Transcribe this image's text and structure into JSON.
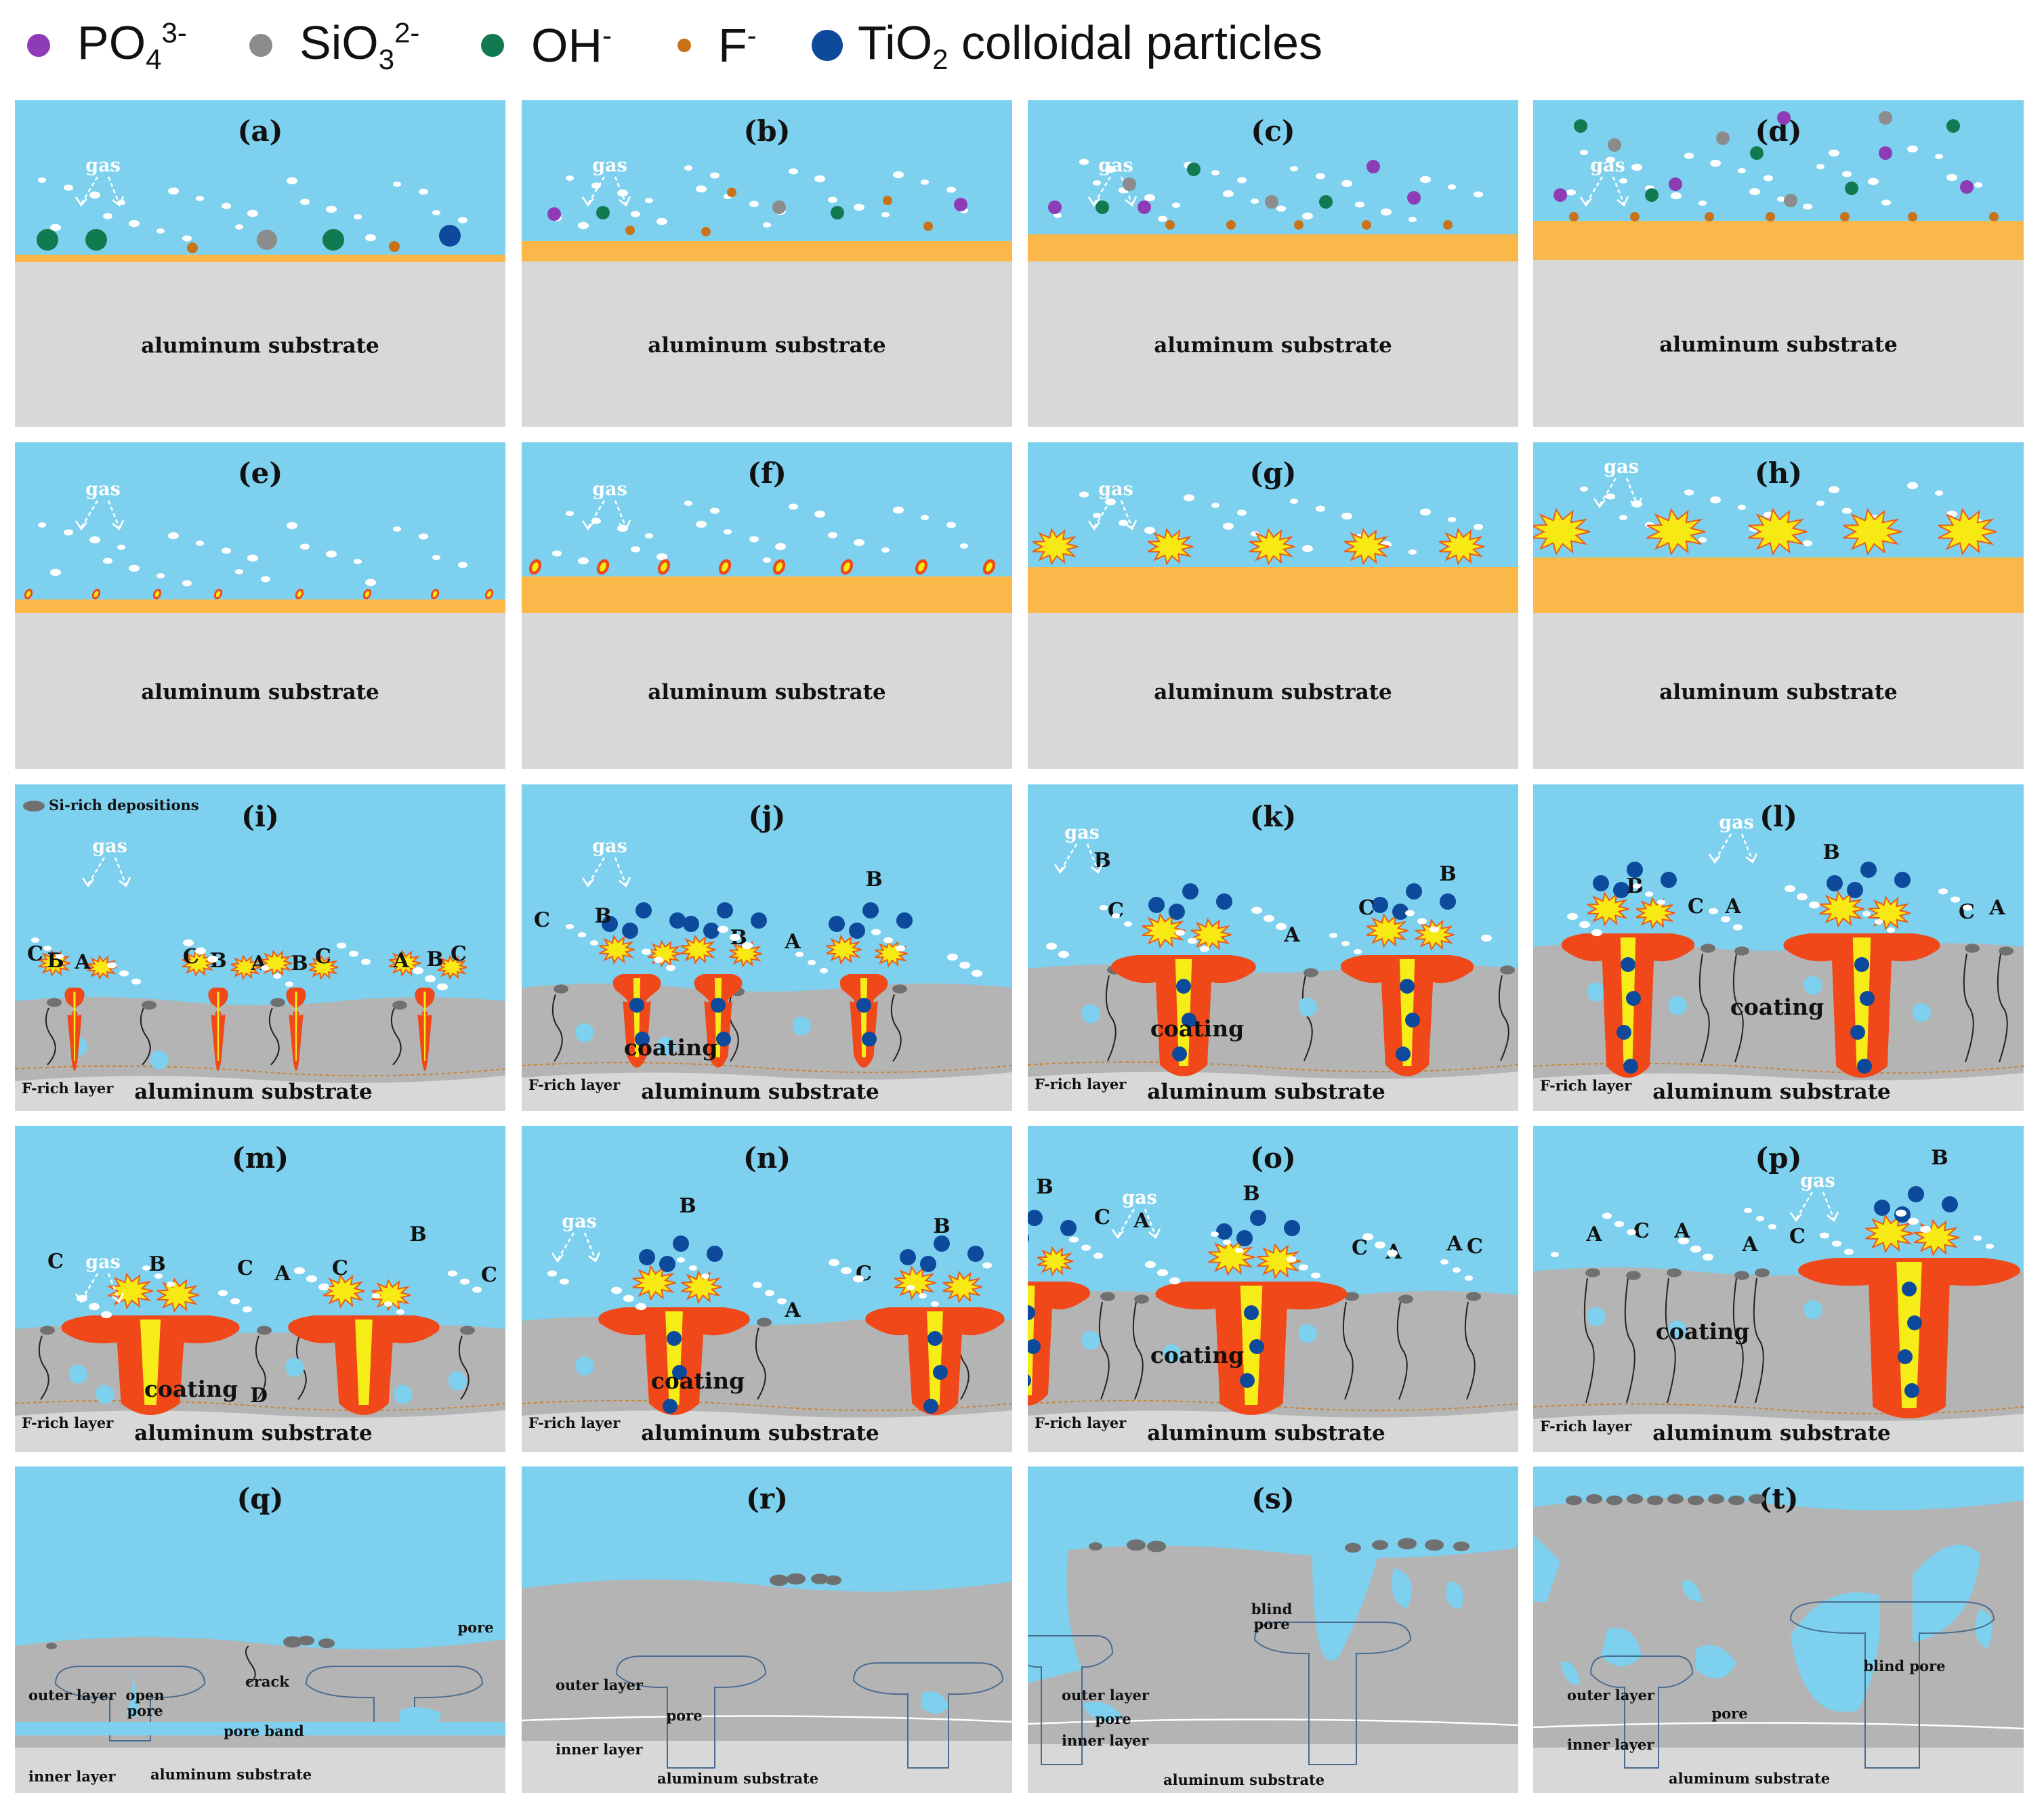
{
  "legend": [
    {
      "pre": "PO",
      "sub": "4",
      "sup": "3-",
      "color": "#8e3cb5"
    },
    {
      "pre": "SiO",
      "sub": "3",
      "sup": "2-",
      "color": "#8c8c8c"
    },
    {
      "pre": "OH",
      "sub": "",
      "sup": "-",
      "color": "#127a50"
    },
    {
      "pre": "F",
      "sub": "",
      "sup": "-",
      "color": "#c8721a"
    },
    {
      "pre": "TiO",
      "sub": "2",
      "sup": "",
      "post": " colloidal particles",
      "color": "#0d4a9c"
    }
  ],
  "colors": {
    "electrolyte": "#7dd0ee",
    "film": "#fbb84a",
    "substrate": "#d8d8d8",
    "coating_gray": "#b4b4b4",
    "discharge_red": "#f04818",
    "discharge_yellow": "#f6ec18"
  },
  "labels": {
    "aluminum_substrate": "aluminum substrate",
    "gas": "gas",
    "coating": "coating",
    "f_rich": "F-rich layer",
    "si_rich": "Si-rich depositions",
    "outer_layer": "outer layer",
    "inner_layer": "inner layer",
    "open_pore": [
      "open",
      "pore"
    ],
    "crack": "crack",
    "pore_band": "pore band",
    "pore": "pore",
    "blind_pore": [
      "blind",
      "pore"
    ],
    "blind_pore_one": "blind pore",
    "A": "A",
    "B": "B",
    "C": "C",
    "D": "D"
  },
  "panels": [
    {
      "id": "a",
      "label": "(a)"
    },
    {
      "id": "b",
      "label": "(b)"
    },
    {
      "id": "c",
      "label": "(c)"
    },
    {
      "id": "d",
      "label": "(d)"
    },
    {
      "id": "e",
      "label": "(e)"
    },
    {
      "id": "f",
      "label": "(f)"
    },
    {
      "id": "g",
      "label": "(g)"
    },
    {
      "id": "h",
      "label": "(h)"
    },
    {
      "id": "i",
      "label": "(i)"
    },
    {
      "id": "j",
      "label": "(j)"
    },
    {
      "id": "k",
      "label": "(k)"
    },
    {
      "id": "l",
      "label": "(l)"
    },
    {
      "id": "m",
      "label": "(m)"
    },
    {
      "id": "n",
      "label": "(n)"
    },
    {
      "id": "o",
      "label": "(o)"
    },
    {
      "id": "p",
      "label": "(p)"
    },
    {
      "id": "q",
      "label": "(q)"
    },
    {
      "id": "r",
      "label": "(r)"
    },
    {
      "id": "s",
      "label": "(s)"
    },
    {
      "id": "t",
      "label": "(t)"
    }
  ]
}
